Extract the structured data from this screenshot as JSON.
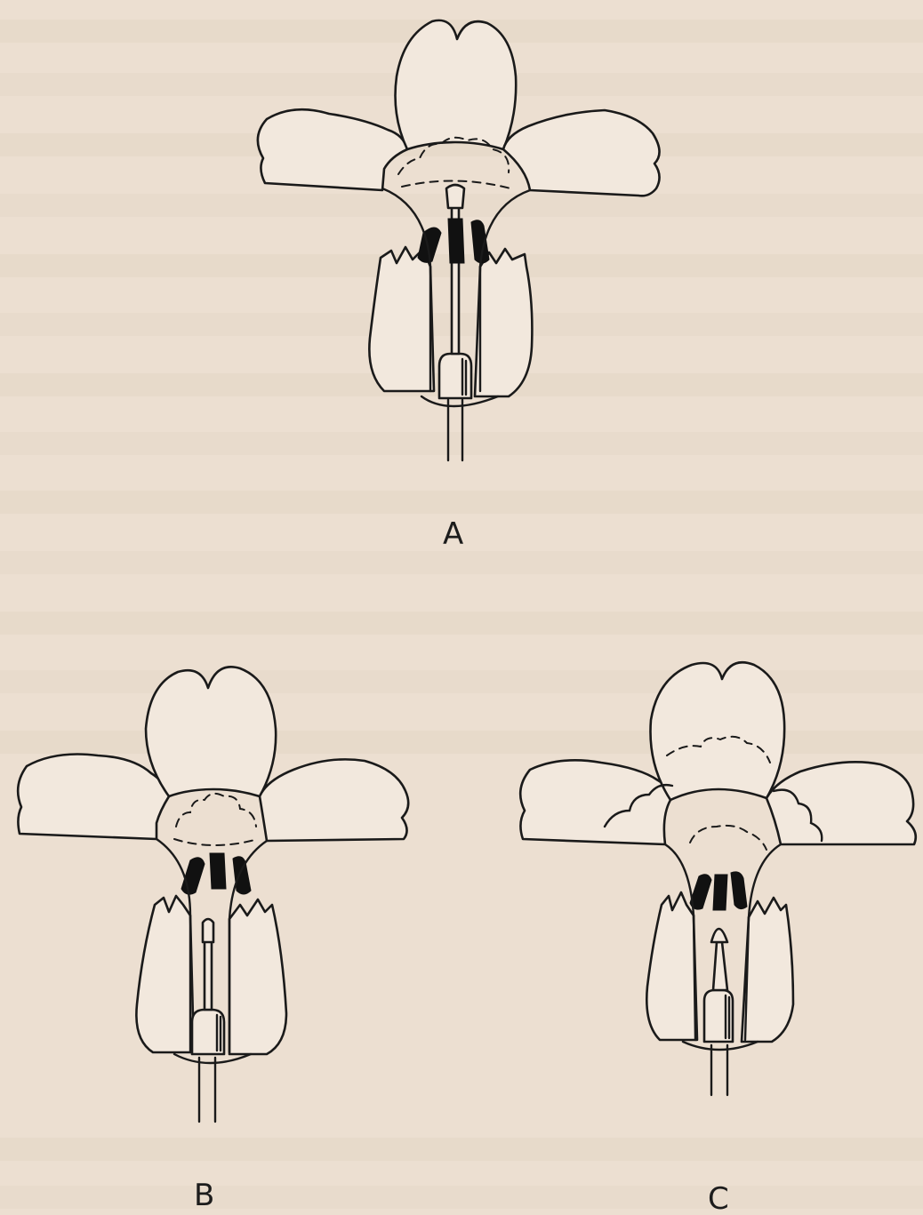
{
  "figure": {
    "labels": {
      "a": "A",
      "b": "B",
      "c": "C"
    }
  }
}
